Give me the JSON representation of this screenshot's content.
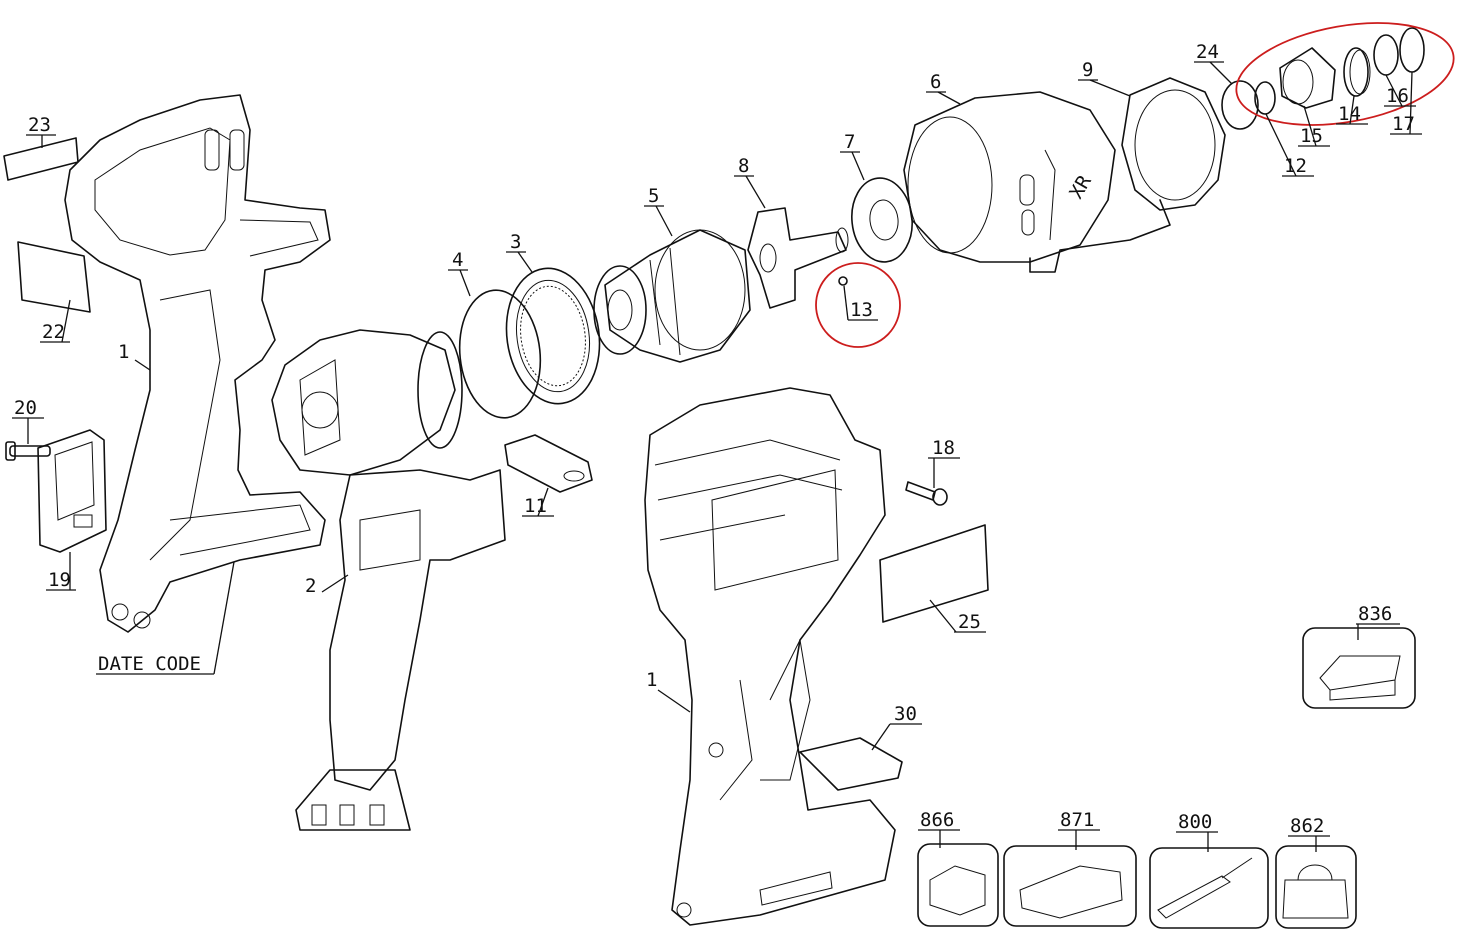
{
  "labels": {
    "p1a": "1",
    "p1b": "1",
    "p2": "2",
    "p3": "3",
    "p4": "4",
    "p5": "5",
    "p6": "6",
    "p7": "7",
    "p8": "8",
    "p9": "9",
    "p11": "11",
    "p12": "12",
    "p13": "13",
    "p14": "14",
    "p15": "15",
    "p16": "16",
    "p17": "17",
    "p18": "18",
    "p19": "19",
    "p20": "20",
    "p22": "22",
    "p23": "23",
    "p24": "24",
    "p25": "25",
    "p30": "30",
    "p800": "800",
    "p836": "836",
    "p862": "862",
    "p866": "866",
    "p871": "871",
    "date_code": "DATE CODE"
  },
  "highlight_color": "#cc1d1d",
  "highlighted_parts": [
    "13",
    "12",
    "14",
    "15",
    "16",
    "17"
  ]
}
